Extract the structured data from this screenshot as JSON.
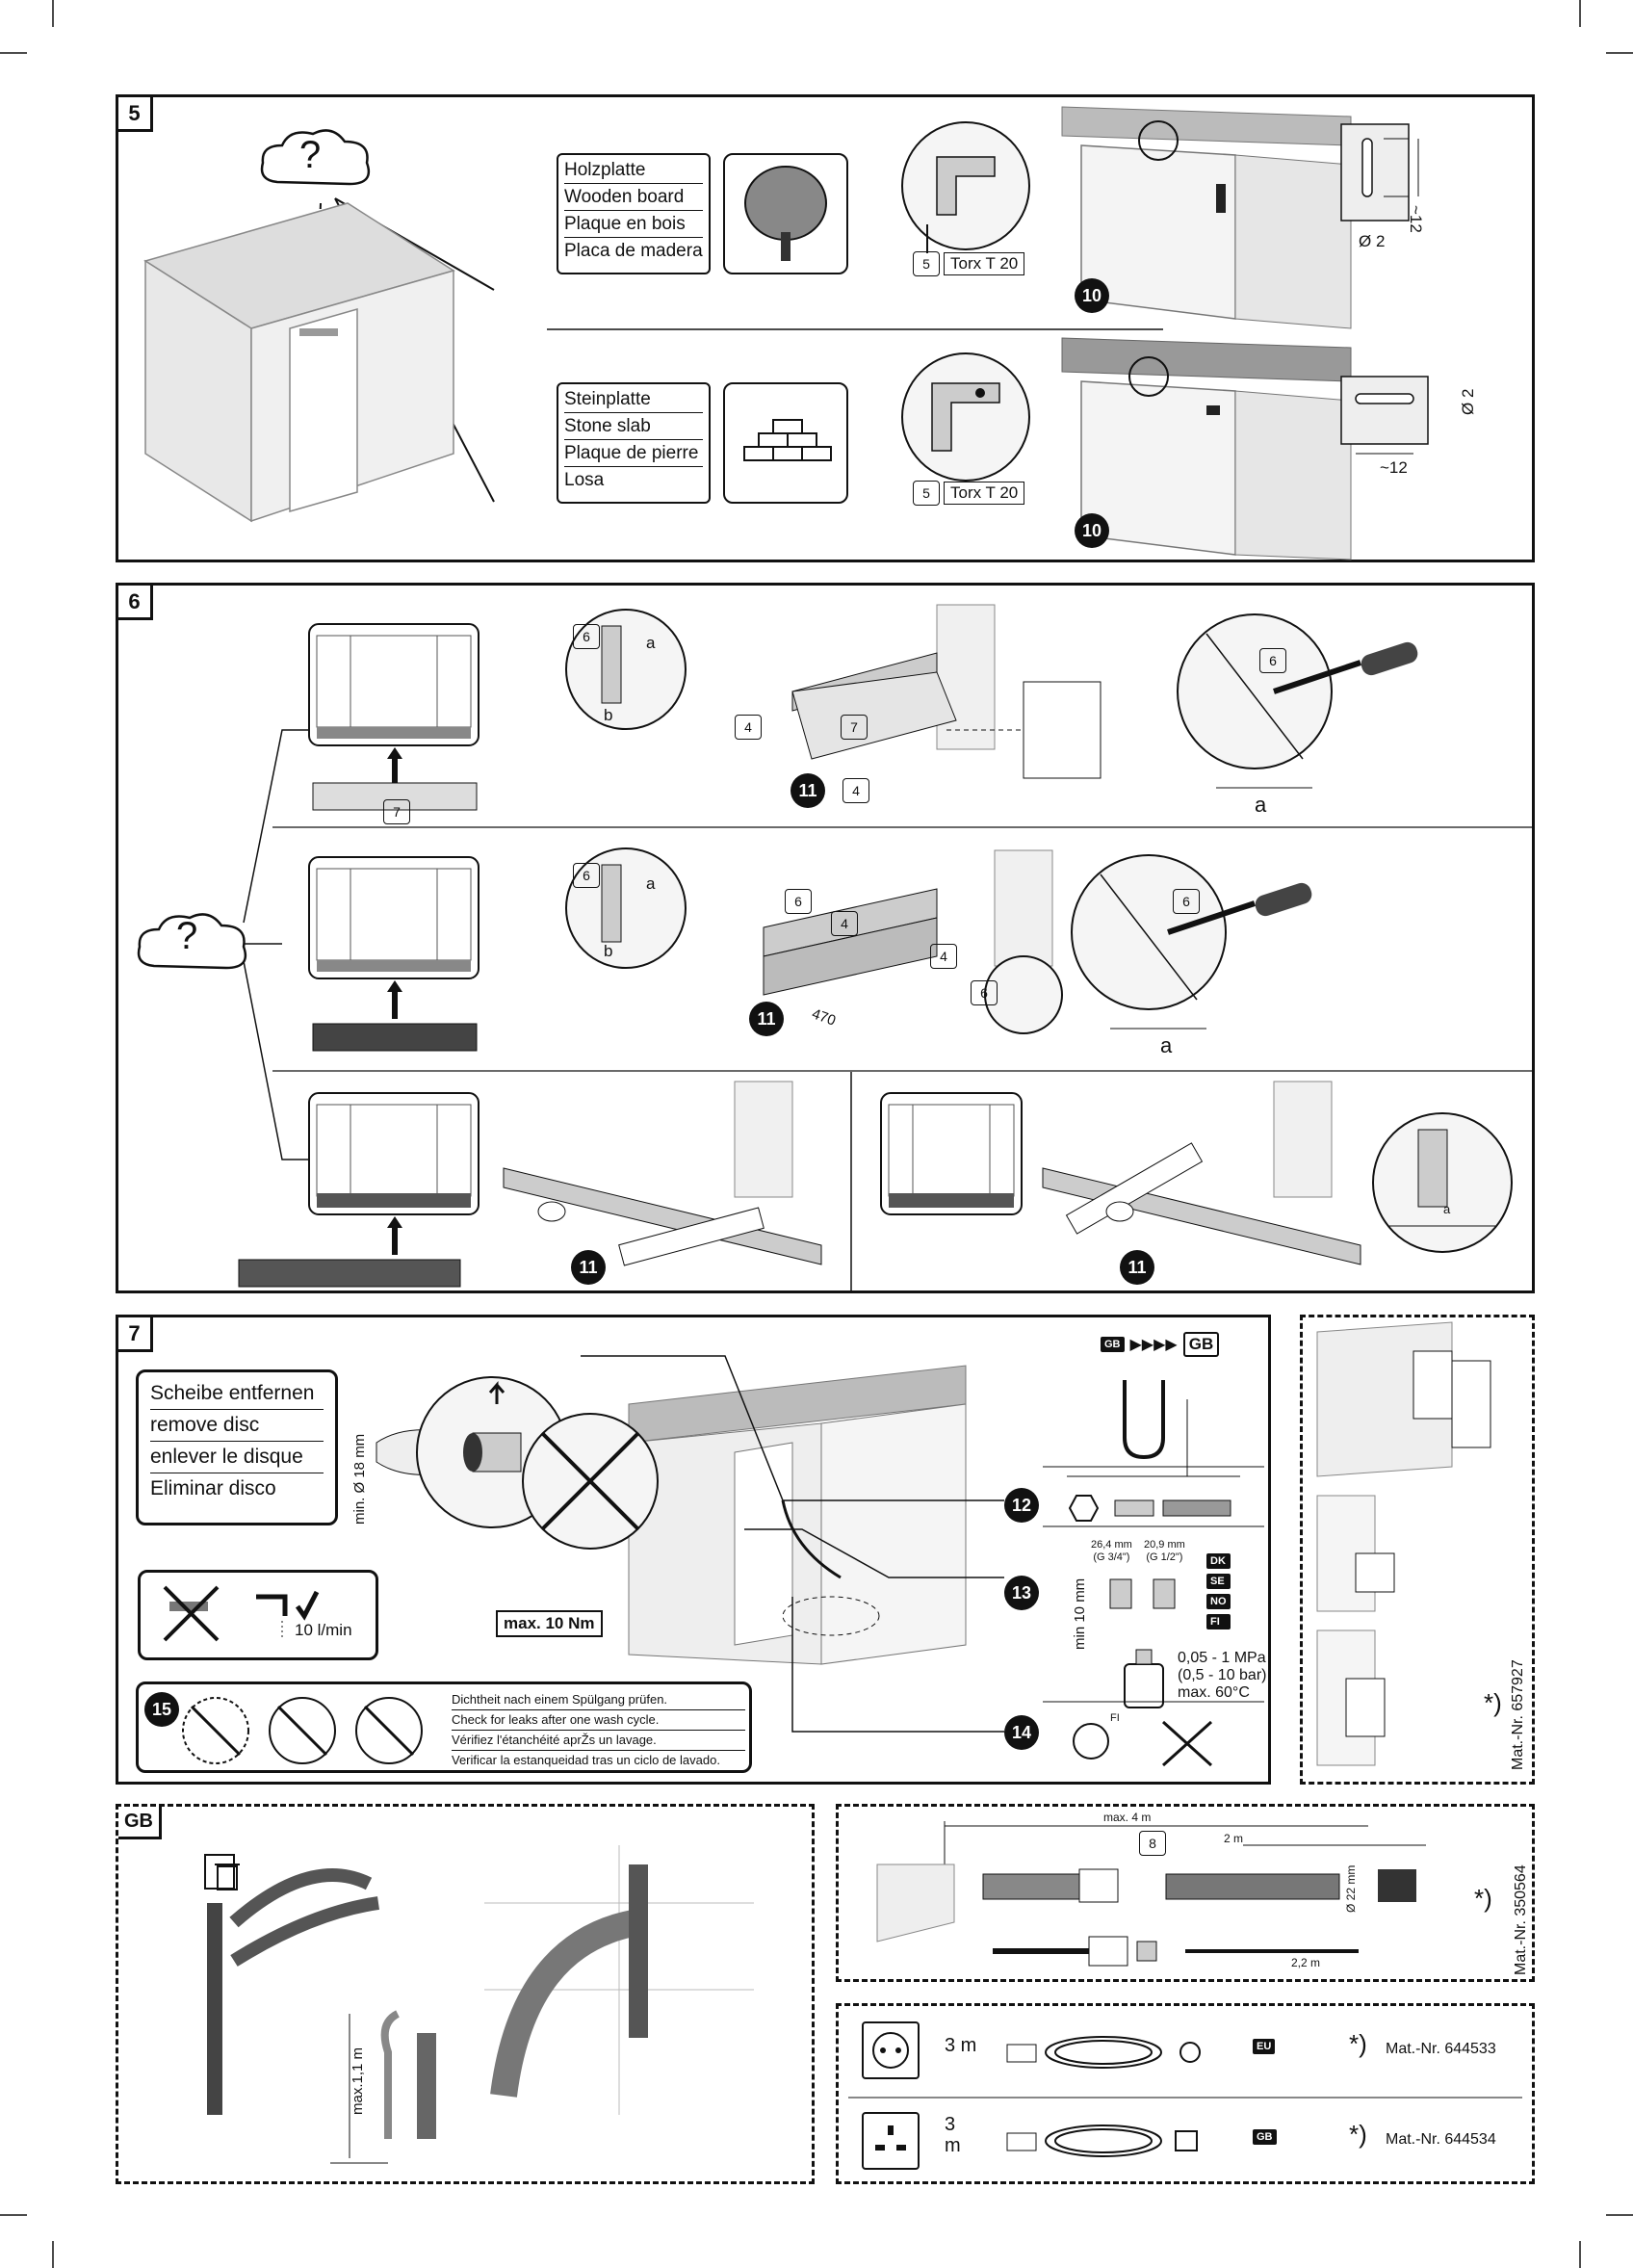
{
  "step5": {
    "number": "5",
    "question": "?",
    "wood_labels": [
      "Holzplatte",
      "Wooden board",
      "Plaque en bois",
      "Placa de madera"
    ],
    "stone_labels": [
      "Steinplatte",
      "Stone slab",
      "Plaque de pierre",
      "Losa"
    ],
    "screw_qty": "5",
    "torx": "Torx T 20",
    "bullet": "10",
    "dim_slot_length": "~12",
    "dim_slot_diameter": "Ø 2"
  },
  "step6": {
    "number": "6",
    "question": "?",
    "part7": "7",
    "part6": "6",
    "part4": "4",
    "bullet": "11",
    "dim_a": "a",
    "dim_b": "b",
    "dim_470": "470"
  },
  "step7": {
    "number": "7",
    "disc_labels": [
      "Scheibe entfernen",
      "remove disc",
      "enlever le disque",
      "Eliminar disco"
    ],
    "min_diam": "min. Ø 18 mm",
    "flow": "10 l/min",
    "max_torque": "max. 10 Nm",
    "bullet12": "12",
    "bullet13": "13",
    "bullet14": "14",
    "bullet15": "15",
    "leak_labels": [
      "Dichtheit nach einem Spülgang prüfen.",
      "Check for leaks after one wash cycle.",
      "Vérifiez l'étanchéité aprŽs un lavage.",
      "Verificar la estanqueidad tras un ciclo de lavado."
    ],
    "gb_small": "GB",
    "gb_arrows": "▶▶▶▶",
    "gb_big": "GB",
    "thread1": "26,4 mm",
    "thread1_g": "(G 3/4\")",
    "thread2": "20,9 mm",
    "thread2_g": "(G 1/2\")",
    "min10": "min 10 mm",
    "countries": [
      "DK",
      "SE",
      "NO",
      "FI"
    ],
    "pressure1": "0,05 - 1 MPa",
    "pressure2": "(0,5 - 10 bar)",
    "pressure3": "max. 60°C",
    "fi": "FI",
    "side_mat": "Mat.-Nr. 657927",
    "star": "*)"
  },
  "gb_section": {
    "tag": "GB",
    "max_height": "max.1,1 m"
  },
  "hose_section": {
    "max4": "max. 4 m",
    "part8": "8",
    "dim2m": "2 m",
    "dim22mm": "Ø 22 mm",
    "dim22m": "2,2 m",
    "mat": "Mat.-Nr. 350564",
    "star": "*)"
  },
  "cables": [
    {
      "length": "3 m",
      "region": "EU",
      "mat": "Mat.-Nr. 644533",
      "star": "*)"
    },
    {
      "length": "3\nm",
      "region": "GB",
      "mat": "Mat.-Nr. 644534",
      "star": "*)"
    }
  ]
}
